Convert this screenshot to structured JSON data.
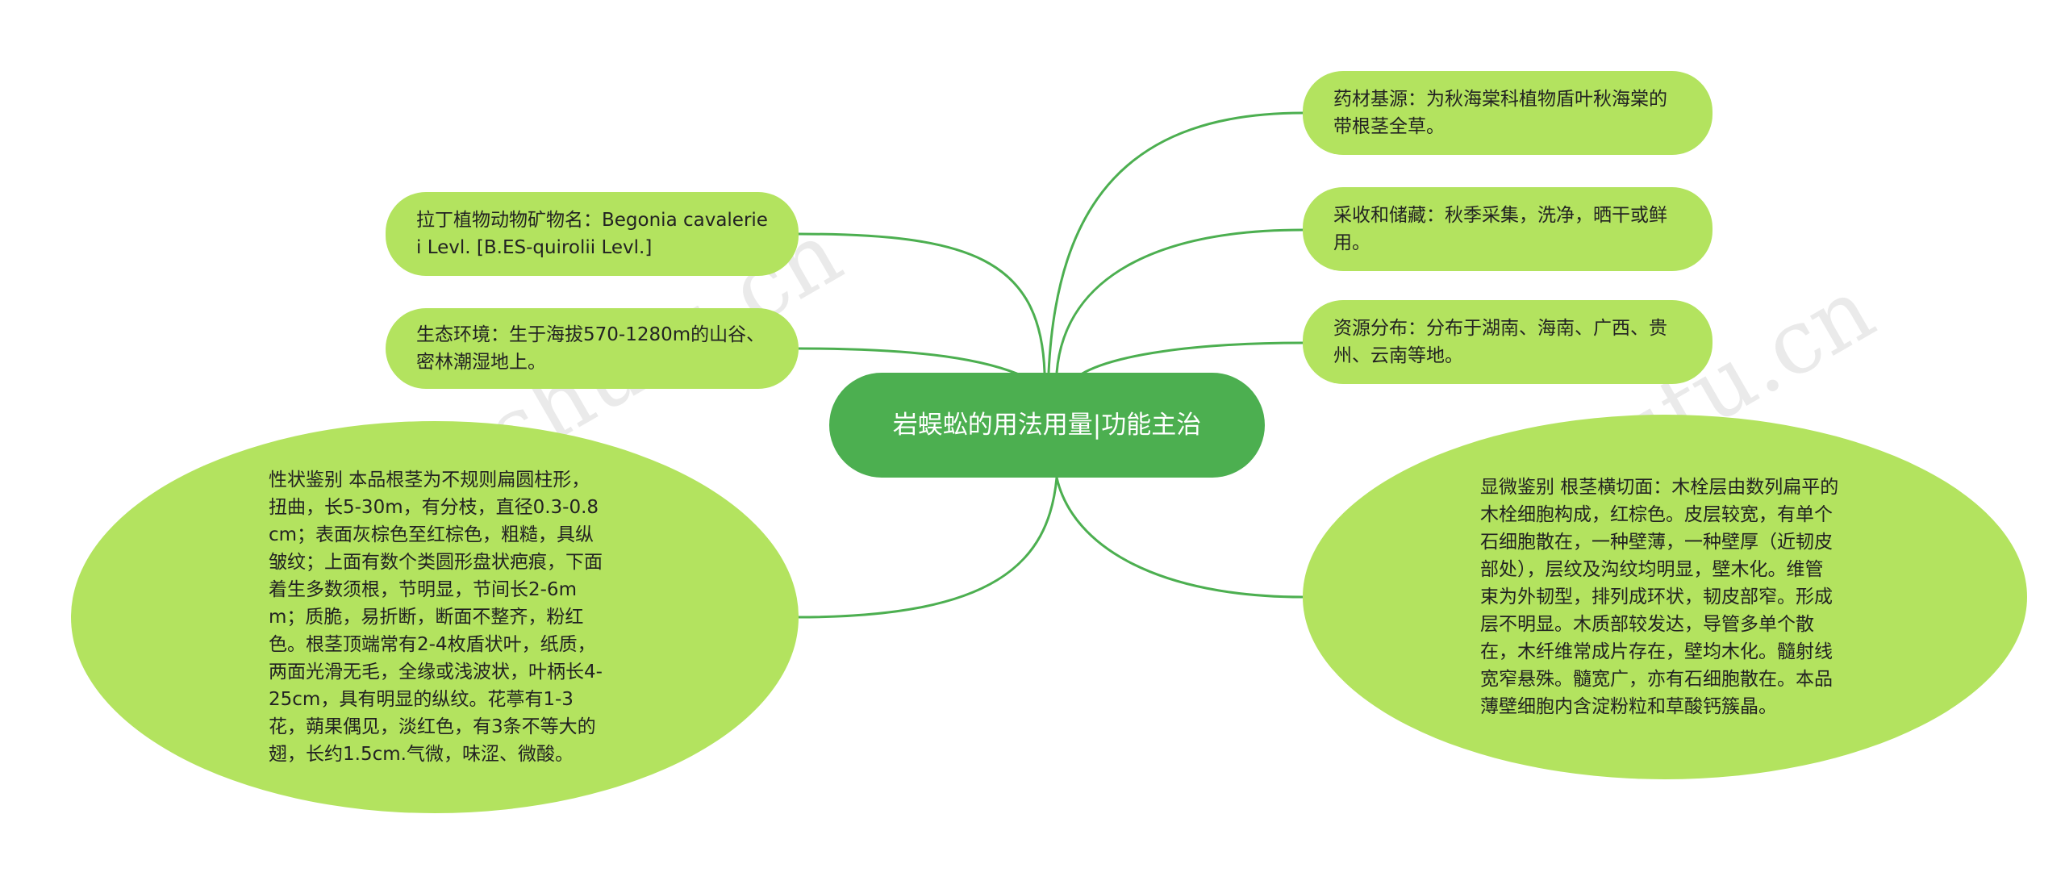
{
  "center": {
    "title": "岩蜈蚣的用法用量|功能主治"
  },
  "nodes": {
    "latin": "拉丁植物动物矿物名：Begonia cavaleriei Levl. [B.ES-quirolii Levl.]",
    "ecology": "生态环境：生于海拔570-1280m的山谷、密林潮湿地上。",
    "character": "性状鉴别 本品根茎为不规则扁圆柱形，扭曲，长5-30m，有分枝，直径0.3-0.8cm；表面灰棕色至红棕色，粗糙，具纵皱纹；上面有数个类圆形盘状疤痕，下面着生多数须根，节明显，节间长2-6mm；质脆，易折断，断面不整齐，粉红色。根茎顶端常有2-4枚盾状叶，纸质，两面光滑无毛，全缘或浅波状，叶柄长4-25cm，具有明显的纵纹。花葶有1-3花，蒴果偶见，淡红色，有3条不等大的翅，长约1.5cm.气微，味涩、微酸。",
    "source": "药材基源：为秋海棠科植物盾叶秋海棠的带根茎全草。",
    "harvest": "采收和储藏：秋季采集，洗净，晒干或鲜用。",
    "distribution": "资源分布：分布于湖南、海南、广西、贵州、云南等地。",
    "microscopy": "显微鉴别 根茎横切面：木栓层由数列扁平的木栓细胞构成，红棕色。皮层较宽，有单个石细胞散在，一种壁薄，一种壁厚（近韧皮部处），层纹及沟纹均明显，壁木化。维管束为外韧型，排列成环状，韧皮部窄。形成层不明显。木质部较发达，导管多单个散在，木纤维常成片存在，壁均木化。髓射线宽窄悬殊。髓宽广，亦有石细胞散在。本品薄壁细胞内含淀粉粒和草酸钙簇晶。"
  },
  "watermark": {
    "left": "树图 shutu.cn",
    "right": "树图 shutu.cn"
  },
  "colors": {
    "link": "#4caf50",
    "node": "#b3e35f",
    "center": "#4caf50"
  }
}
